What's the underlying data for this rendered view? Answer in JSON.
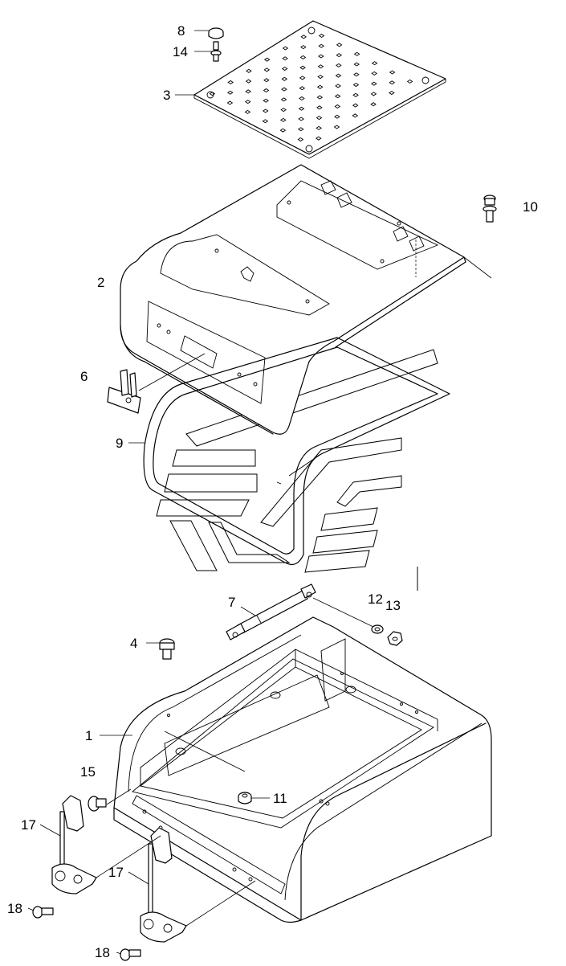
{
  "diagram": {
    "callouts": [
      {
        "key": "c8",
        "label": "8"
      },
      {
        "key": "c14",
        "label": "14"
      },
      {
        "key": "c3",
        "label": "3"
      },
      {
        "key": "c10",
        "label": "10"
      },
      {
        "key": "c2",
        "label": "2"
      },
      {
        "key": "c6",
        "label": "6"
      },
      {
        "key": "c9",
        "label": "9"
      },
      {
        "key": "c7",
        "label": "7"
      },
      {
        "key": "c12",
        "label": "12"
      },
      {
        "key": "c13",
        "label": "13"
      },
      {
        "key": "c4",
        "label": "4"
      },
      {
        "key": "c1",
        "label": "1"
      },
      {
        "key": "c15",
        "label": "15"
      },
      {
        "key": "c11",
        "label": "11"
      },
      {
        "key": "c17a",
        "label": "17"
      },
      {
        "key": "c17b",
        "label": "17"
      },
      {
        "key": "c18a",
        "label": "18"
      },
      {
        "key": "c18b",
        "label": "18"
      }
    ]
  }
}
